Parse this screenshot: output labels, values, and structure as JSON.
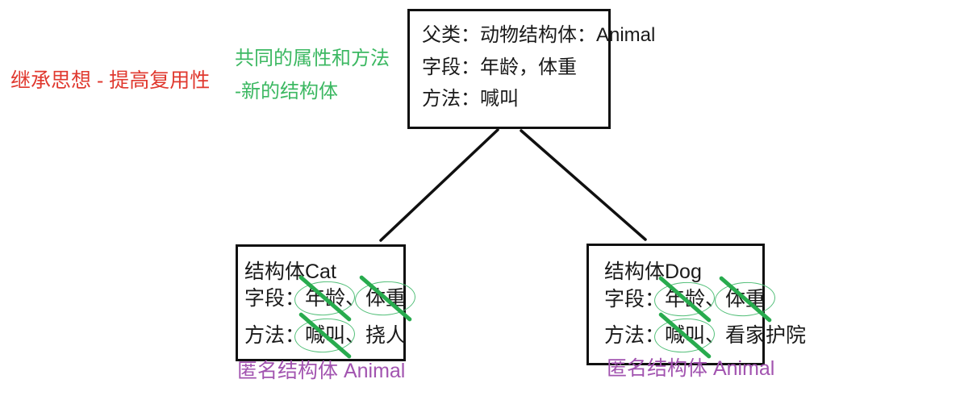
{
  "colors": {
    "background": "#ffffff",
    "red": "#e0392f",
    "green": "#3cb862",
    "purple": "#a254b0",
    "mark_green": "#28ab4e",
    "ellipse_green": "#53bf79",
    "line_black": "#101010"
  },
  "notes": {
    "red_note": "继承思想 - 提高复用性",
    "green_note_line1": "共同的属性和方法",
    "green_note_line2": "-新的结构体"
  },
  "parent_box": {
    "line1": "父类：动物结构体：Animal",
    "line2": "字段：年龄，体重",
    "line3": "方法：喊叫"
  },
  "cat_box": {
    "title": "结构体Cat",
    "fields_label": "字段：",
    "field1": "年龄",
    "sep1": "、",
    "field2": "体重",
    "methods_label": "方法：",
    "method1": "喊叫",
    "sep2": "、",
    "method2": "挠人",
    "footnote": "匿名结构体 Animal"
  },
  "dog_box": {
    "title": "结构体Dog",
    "fields_label": "字段：",
    "field1": "年龄",
    "sep1": "、",
    "field2": "体重",
    "methods_label": "方法：",
    "method1": "喊叫",
    "sep2": "、",
    "method2": "看家护院",
    "footnote": "匿名结构体 Animal"
  }
}
